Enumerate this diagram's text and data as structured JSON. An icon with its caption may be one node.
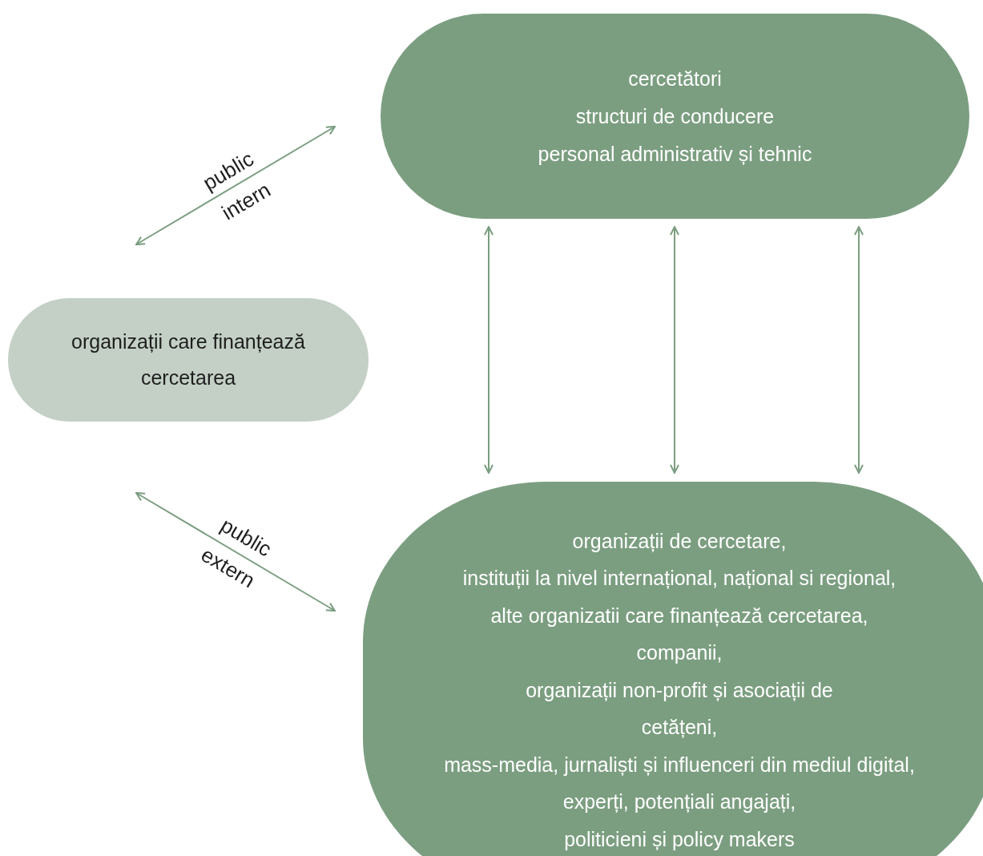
{
  "diagram": {
    "nodes": [
      {
        "text": [
          "cercetători",
          "structuri de conducere",
          "personal administrativ și tehnic"
        ]
      },
      {
        "text": [
          "organizații care finanțează cercetarea"
        ]
      },
      {
        "text": [
          "organizații de cercetare,",
          "instituții la nivel internațional, național si regional,",
          "alte organizatii care finanțează cercetarea,",
          "companii,",
          "organizații non-profit și asociații de cetățeni,",
          "mass-media, jurnaliști și influenceri din mediul digital,",
          "experți, potențiali angajați,",
          "politicieni și policy makers"
        ]
      }
    ],
    "edges": [
      {
        "from": 1,
        "to": 0,
        "arrow": "both",
        "label": "public intern"
      },
      {
        "from": 1,
        "to": 2,
        "arrow": "both",
        "label": "public extern"
      },
      {
        "from": 0,
        "to": 2,
        "arrow": "both"
      },
      {
        "from": 0,
        "to": 2,
        "arrow": "both"
      },
      {
        "from": 0,
        "to": 2,
        "arrow": "both"
      }
    ]
  }
}
